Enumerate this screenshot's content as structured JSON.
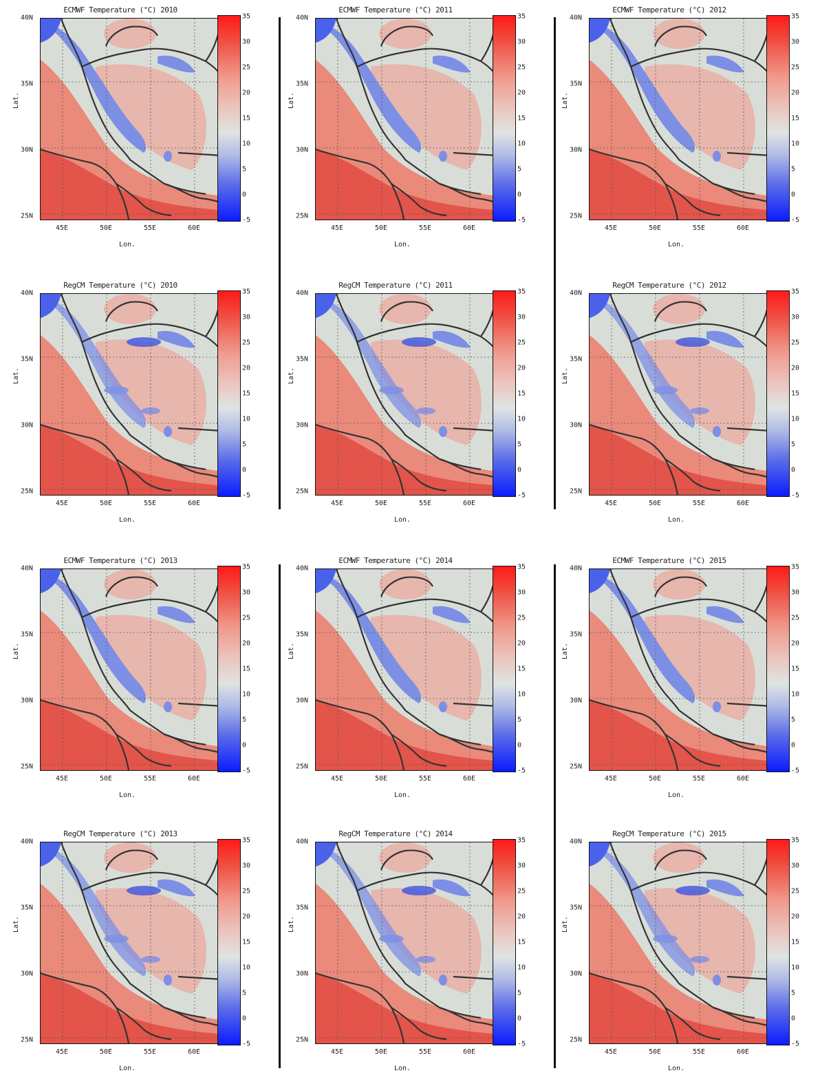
{
  "panels": [
    {
      "title": "ECMWF Temperature (°C) 2010",
      "kind": "ecmwf"
    },
    {
      "title": "ECMWF Temperature (°C) 2011",
      "kind": "ecmwf"
    },
    {
      "title": "ECMWF Temperature (°C) 2012",
      "kind": "ecmwf"
    },
    {
      "title": "RegCM Temperature (°C) 2010",
      "kind": "regcm"
    },
    {
      "title": "RegCM Temperature (°C) 2011",
      "kind": "regcm"
    },
    {
      "title": "RegCM Temperature (°C) 2012",
      "kind": "regcm"
    },
    {
      "title": "ECMWF Temperature (°C) 2013",
      "kind": "ecmwf"
    },
    {
      "title": "ECMWF Temperature (°C) 2014",
      "kind": "ecmwf"
    },
    {
      "title": "ECMWF Temperature (°C) 2015",
      "kind": "ecmwf"
    },
    {
      "title": "RegCM Temperature (°C) 2013",
      "kind": "regcm"
    },
    {
      "title": "RegCM Temperature (°C) 2014",
      "kind": "regcm"
    },
    {
      "title": "RegCM Temperature (°C) 2015",
      "kind": "regcm"
    }
  ],
  "axes": {
    "lat_label": "Lat.",
    "lon_label": "Lon.",
    "lat_ticks": [
      "40N",
      "35N",
      "30N",
      "25N"
    ],
    "lon_ticks": [
      "45E",
      "50E",
      "55E",
      "60E"
    ]
  },
  "colorbar": {
    "ticks": [
      "35",
      "30",
      "25",
      "20",
      "15",
      "10",
      "5",
      "0",
      "-5"
    ],
    "min": -5,
    "max": 35,
    "colors": {
      "cold": "#0b1cff",
      "neutral": "#dfe4e2",
      "warm": "#ff1a1a"
    }
  },
  "map_colors": {
    "land_neutral": "#d8ded7",
    "cold": "#7d8fe4",
    "warm_light": "#e7b6ad",
    "warm": "#e98a7b",
    "hot": "#e3544a",
    "border": "#333333"
  }
}
